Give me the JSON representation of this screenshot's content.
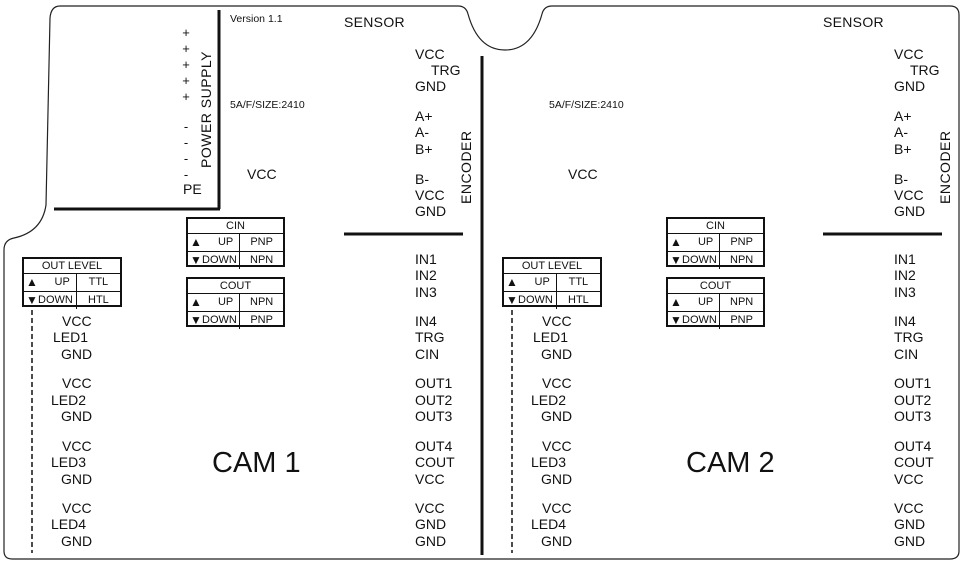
{
  "version": "Version 1.1",
  "power_supply": {
    "label": "POWER SUPPLY",
    "plus": [
      "+",
      "+",
      "+",
      "+",
      "+"
    ],
    "minus": [
      "-",
      "-",
      "-",
      "-"
    ],
    "pe": "PE"
  },
  "cam1": {
    "name": "CAM 1",
    "sensor_title": "SENSOR",
    "fuse": "5A/F/SIZE:2410",
    "vcc": "VCC",
    "sensor_pins": [
      "VCC",
      "TRG",
      "GND"
    ],
    "encoder_label": "ENCODER",
    "encoder_pins": [
      "A+",
      "A-",
      "B+",
      "B-",
      "VCC",
      "GND"
    ],
    "io_pins": [
      "IN1",
      "IN2",
      "IN3",
      "IN4",
      "TRG",
      "CIN",
      "OUT1",
      "OUT2",
      "OUT3",
      "OUT4",
      "COUT",
      "VCC",
      "VCC",
      "GND",
      "GND"
    ],
    "leds": [
      {
        "vcc": "VCC",
        "name": "LED1",
        "gnd": "GND"
      },
      {
        "vcc": "VCC",
        "name": "LED2",
        "gnd": "GND"
      },
      {
        "vcc": "VCC",
        "name": "LED3",
        "gnd": "GND"
      },
      {
        "vcc": "VCC",
        "name": "LED4",
        "gnd": "GND"
      }
    ],
    "out_level": {
      "title": "OUT LEVEL",
      "up": "UP",
      "down": "DOWN",
      "up_val": "TTL",
      "down_val": "HTL"
    },
    "cin": {
      "title": "CIN",
      "up": "UP",
      "down": "DOWN",
      "up_val": "PNP",
      "down_val": "NPN"
    },
    "cout": {
      "title": "COUT",
      "up": "UP",
      "down": "DOWN",
      "up_val": "NPN",
      "down_val": "PNP"
    }
  },
  "cam2": {
    "name": "CAM 2",
    "sensor_title": "SENSOR",
    "fuse": "5A/F/SIZE:2410",
    "vcc": "VCC",
    "sensor_pins": [
      "VCC",
      "TRG",
      "GND"
    ],
    "encoder_label": "ENCODER",
    "encoder_pins": [
      "A+",
      "A-",
      "B+",
      "B-",
      "VCC",
      "GND"
    ],
    "io_pins": [
      "IN1",
      "IN2",
      "IN3",
      "IN4",
      "TRG",
      "CIN",
      "OUT1",
      "OUT2",
      "OUT3",
      "OUT4",
      "COUT",
      "VCC",
      "VCC",
      "GND",
      "GND"
    ],
    "leds": [
      {
        "vcc": "VCC",
        "name": "LED1",
        "gnd": "GND"
      },
      {
        "vcc": "VCC",
        "name": "LED2",
        "gnd": "GND"
      },
      {
        "vcc": "VCC",
        "name": "LED3",
        "gnd": "GND"
      },
      {
        "vcc": "VCC",
        "name": "LED4",
        "gnd": "GND"
      }
    ],
    "out_level": {
      "title": "OUT LEVEL",
      "up": "UP",
      "down": "DOWN",
      "up_val": "TTL",
      "down_val": "HTL"
    },
    "cin": {
      "title": "CIN",
      "up": "UP",
      "down": "DOWN",
      "up_val": "PNP",
      "down_val": "NPN"
    },
    "cout": {
      "title": "COUT",
      "up": "UP",
      "down": "DOWN",
      "up_val": "NPN",
      "down_val": "PNP"
    }
  },
  "icons": {
    "up": "▲",
    "down": "▼"
  }
}
